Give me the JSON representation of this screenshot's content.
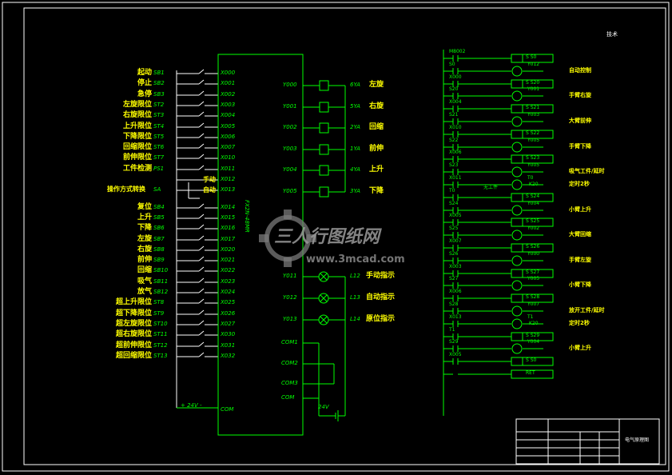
{
  "sheet": {
    "corner_note": "技术"
  },
  "plc": {
    "model": "FX2N-48MR",
    "inputs": [
      {
        "label": "起动",
        "code": "SB1",
        "addr": "X000",
        "type": "no"
      },
      {
        "label": "停止",
        "code": "SB2",
        "addr": "X001",
        "type": "no"
      },
      {
        "label": "急停",
        "code": "SB3",
        "addr": "X002",
        "type": "no"
      },
      {
        "label": "左旋限位",
        "code": "ST2",
        "addr": "X003",
        "type": "no"
      },
      {
        "label": "右旋限位",
        "code": "ST3",
        "addr": "X004",
        "type": "no"
      },
      {
        "label": "上升限位",
        "code": "ST4",
        "addr": "X005",
        "type": "no"
      },
      {
        "label": "下降限位",
        "code": "ST5",
        "addr": "X006",
        "type": "no"
      },
      {
        "label": "回缩限位",
        "code": "ST6",
        "addr": "X007",
        "type": "no"
      },
      {
        "label": "前伸限位",
        "code": "ST7",
        "addr": "X010",
        "type": "no"
      },
      {
        "label": "工件检测",
        "code": "PS1",
        "addr": "X011",
        "type": "no"
      },
      {
        "label": "",
        "code": "",
        "addr": "X012",
        "type": "switch"
      },
      {
        "label": "",
        "code": "",
        "addr": "X013",
        "type": "switch"
      },
      {
        "label": "复位",
        "code": "SB4",
        "addr": "X014",
        "type": "no"
      },
      {
        "label": "上升",
        "code": "SB5",
        "addr": "X015",
        "type": "no"
      },
      {
        "label": "下降",
        "code": "SB6",
        "addr": "X016",
        "type": "no"
      },
      {
        "label": "左旋",
        "code": "SB7",
        "addr": "X017",
        "type": "no"
      },
      {
        "label": "右旋",
        "code": "SB8",
        "addr": "X020",
        "type": "no"
      },
      {
        "label": "前伸",
        "code": "SB9",
        "addr": "X021",
        "type": "no"
      },
      {
        "label": "回缩",
        "code": "SB10",
        "addr": "X022",
        "type": "no"
      },
      {
        "label": "吸气",
        "code": "SB11",
        "addr": "X023",
        "type": "no"
      },
      {
        "label": "放气",
        "code": "SB12",
        "addr": "X024",
        "type": "no"
      },
      {
        "label": "超上升限位",
        "code": "ST8",
        "addr": "X025",
        "type": "no"
      },
      {
        "label": "超下降限位",
        "code": "ST9",
        "addr": "X026",
        "type": "no"
      },
      {
        "label": "超左旋限位",
        "code": "ST10",
        "addr": "X027",
        "type": "no"
      },
      {
        "label": "超右旋限位",
        "code": "ST11",
        "addr": "X030",
        "type": "no"
      },
      {
        "label": "超前伸限位",
        "code": "ST12",
        "addr": "X031",
        "type": "no"
      },
      {
        "label": "超回缩限位",
        "code": "ST13",
        "addr": "X032",
        "type": "no"
      }
    ],
    "mode_switch": {
      "label": "操作方式转换",
      "code": "SA",
      "manual": "手动",
      "auto": "自动"
    },
    "power": "+ 24V -",
    "com": "COM",
    "outputs": [
      {
        "addr": "Y000",
        "coil": "6YA",
        "label": "左旋"
      },
      {
        "addr": "Y001",
        "coil": "5YA",
        "label": "右旋"
      },
      {
        "addr": "Y002",
        "coil": "2YA",
        "label": "回缩"
      },
      {
        "addr": "Y003",
        "coil": "1YA",
        "label": "前伸"
      },
      {
        "addr": "Y004",
        "coil": "4YA",
        "label": "上升"
      },
      {
        "addr": "Y005",
        "coil": "3YA",
        "label": "下降"
      }
    ],
    "lamps": [
      {
        "addr": "Y011",
        "lamp": "L12",
        "label": "手动指示"
      },
      {
        "addr": "Y012",
        "lamp": "L13",
        "label": "自动指示"
      },
      {
        "addr": "Y013",
        "lamp": "L14",
        "label": "原位指示"
      }
    ],
    "commons": [
      "COM1",
      "COM2",
      "COM3",
      "COM"
    ],
    "out_power": "24V"
  },
  "ladder": {
    "rungs": [
      {
        "contacts": [
          "M8002"
        ],
        "out": "S  S0",
        "note": ""
      },
      {
        "contacts": [
          "S0"
        ],
        "out": "Y012",
        "note": "自动控制"
      },
      {
        "contacts": [
          "X000"
        ],
        "out": "S  S20",
        "note": ""
      },
      {
        "contacts": [
          "S20"
        ],
        "out": "Y001",
        "note": "手臂右旋"
      },
      {
        "contacts": [
          "X004"
        ],
        "out": "S  S21",
        "note": ""
      },
      {
        "contacts": [
          "S21"
        ],
        "out": "Y003",
        "note": "大臂前伸"
      },
      {
        "contacts": [
          "X010"
        ],
        "out": "S  S22",
        "note": ""
      },
      {
        "contacts": [
          "S22"
        ],
        "out": "Y005",
        "note": "手臂下降"
      },
      {
        "contacts": [
          "X006"
        ],
        "out": "S  S23",
        "note": ""
      },
      {
        "contacts": [
          "S23"
        ],
        "out": "Y005",
        "note": "吸气工件/延时"
      },
      {
        "contacts": [
          "X011",
          "无工件"
        ],
        "out": "T0",
        "note": "定时2秒"
      },
      {
        "contacts": [
          "T0"
        ],
        "out": "S  S24",
        "note": ""
      },
      {
        "contacts": [
          "S24"
        ],
        "out": "Y004",
        "note": "小臂上升"
      },
      {
        "contacts": [
          "X005"
        ],
        "out": "S  S25",
        "note": ""
      },
      {
        "contacts": [
          "S25"
        ],
        "out": "Y002",
        "note": "大臂回缩"
      },
      {
        "contacts": [
          "X007"
        ],
        "out": "S  S26",
        "note": ""
      },
      {
        "contacts": [
          "S26"
        ],
        "out": "Y000",
        "note": "手臂左旋"
      },
      {
        "contacts": [
          "X003"
        ],
        "out": "S  S27",
        "note": ""
      },
      {
        "contacts": [
          "S27"
        ],
        "out": "Y005",
        "note": "小臂下降"
      },
      {
        "contacts": [
          "X006"
        ],
        "out": "S  S28",
        "note": ""
      },
      {
        "contacts": [
          "S28"
        ],
        "out": "Y007",
        "note": "放开工件/延时"
      },
      {
        "contacts": [
          "X013"
        ],
        "out": "T1",
        "note": "定时2秒"
      },
      {
        "contacts": [
          "T1"
        ],
        "out": "S  S29",
        "note": ""
      },
      {
        "contacts": [
          "S29"
        ],
        "out": "Y004",
        "note": "小臂上升"
      },
      {
        "contacts": [
          "X005"
        ],
        "out": "S  S0",
        "note": ""
      },
      {
        "contacts": [],
        "out": "RET",
        "note": ""
      }
    ],
    "timer_k": [
      "K20",
      "K20"
    ]
  },
  "titleblock": {
    "drawing_name": "电气原理图"
  },
  "watermark": {
    "brand": "三人行图纸网",
    "url": "www.3mcad.com"
  }
}
